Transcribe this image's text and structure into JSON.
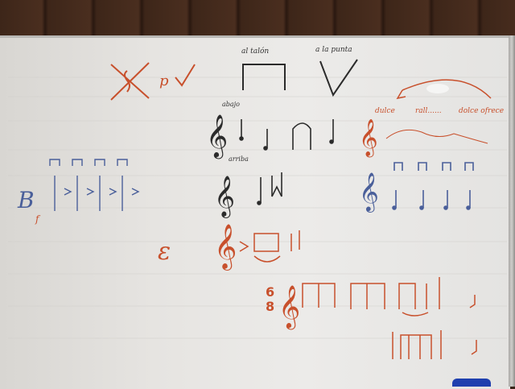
{
  "scene": {
    "description_colors": {
      "marker_red": "#c8502c",
      "marker_black": "#2b2b2b",
      "marker_blue": "#4a5f9a",
      "board": "#e9e8e6",
      "frame_wood": "#3d2619",
      "eraser_blue": "#1f3fae"
    }
  },
  "board_text": {
    "al_talon": "al talón",
    "a_la_punta": "a la punta",
    "p_label": "p",
    "abajo_1": "abajo",
    "arriba_1": "arriba",
    "dulce": "dulce",
    "rall": "rall......",
    "dolce_ofrece": "dolce ofrece",
    "b_label": "B",
    "f_label": "f",
    "e_label": "ε",
    "time_top": "6",
    "time_bottom": "8"
  }
}
